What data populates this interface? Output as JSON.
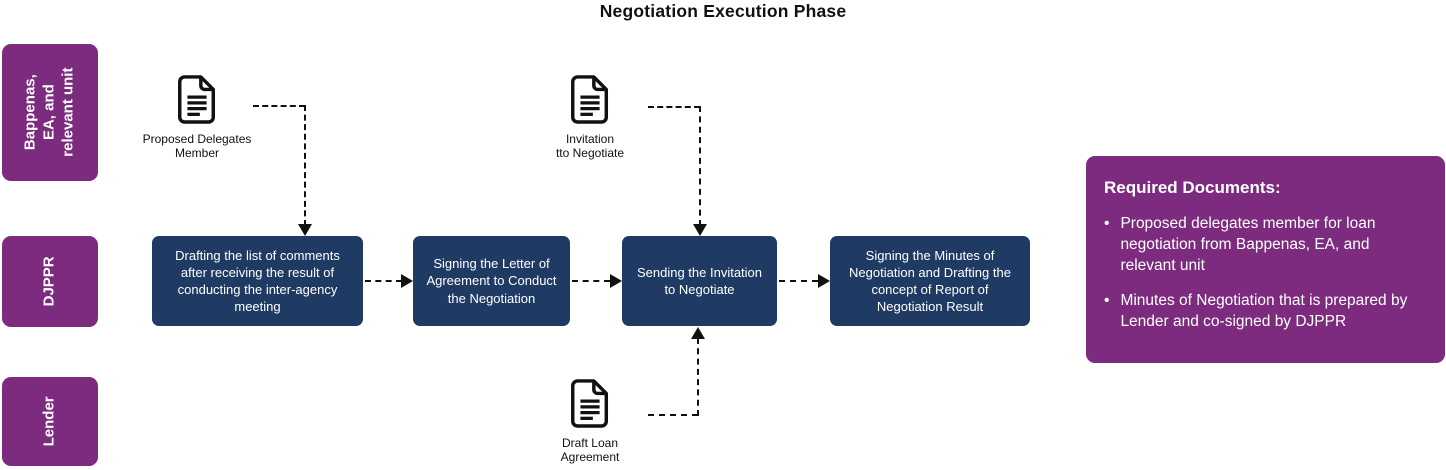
{
  "title": "Negotiation Execution Phase",
  "lanes": [
    {
      "label": "Bappenas,\nEA, and\nrelevant unit"
    },
    {
      "label": "DJPPR"
    },
    {
      "label": "Lender"
    }
  ],
  "documents": [
    {
      "icon": "document-icon",
      "label": "Proposed Delegates\nMember"
    },
    {
      "icon": "document-icon",
      "label": "Invitation\ntto Negotiate"
    },
    {
      "icon": "document-icon",
      "label": "Draft Loan\nAgreement"
    }
  ],
  "steps": [
    {
      "label": "Drafting the list of comments after receiving the result of conducting the inter-agency meeting"
    },
    {
      "label": "Signing the Letter of Agreement to Conduct the Negotiation"
    },
    {
      "label": "Sending the Invitation to Negotiate"
    },
    {
      "label": "Signing the Minutes of Negotiation and Drafting the concept of Report of Negotiation Result"
    }
  ],
  "required_documents": {
    "title": "Required Documents:",
    "items": [
      "Proposed delegates member for loan negotiation from Bappenas, EA, and relevant unit",
      "Minutes of Negotiation that is prepared by Lender and co-signed by DJPPR"
    ]
  },
  "colors": {
    "lane_purple": "#7c2b7e",
    "step_navy": "#1f3a63",
    "connector_black": "#111111",
    "text_white": "#ffffff"
  }
}
